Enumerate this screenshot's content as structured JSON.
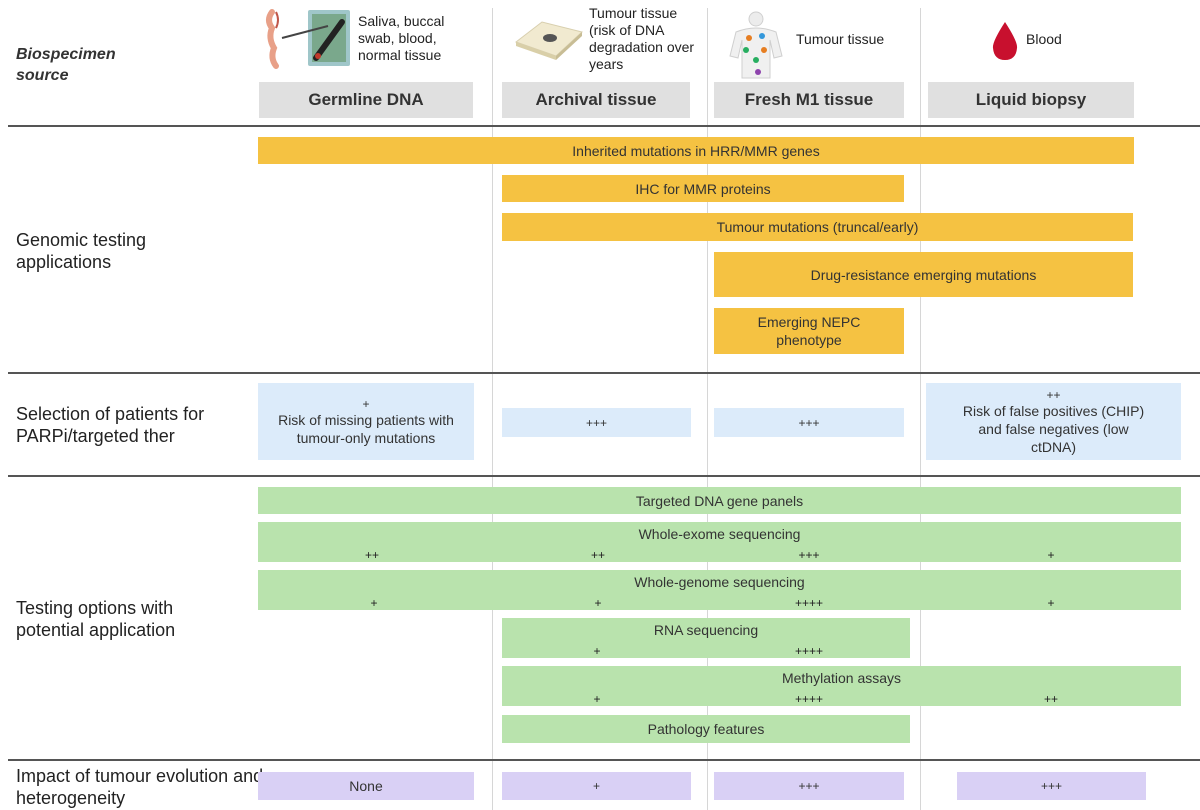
{
  "row_labels": {
    "source": "Biospecimen source",
    "genomic": "Genomic testing applications",
    "selection": "Selection of patients for PARPi/targeted ther",
    "testing": "Testing options with potential application",
    "impact": "Impact of tumour evolution and heterogeneity"
  },
  "sources": {
    "germline": {
      "desc": "Saliva, buccal swab, blood, normal tissue",
      "label": "Germline DNA"
    },
    "archival": {
      "desc": "Tumour tissue (risk of DNA degradation over years",
      "label": "Archival tissue"
    },
    "fresh": {
      "desc": "Tumour tissue",
      "label": "Fresh M1 tissue"
    },
    "liquid": {
      "desc": "Blood",
      "label": "Liquid biopsy"
    }
  },
  "genomic": {
    "inherited": "Inherited mutations in HRR/MMR genes",
    "ihc": "IHC for MMR proteins",
    "tumour_mut": "Tumour mutations (truncal/early)",
    "drug_res": "Drug-resistance emerging mutations",
    "nepc": "Emerging NEPC phenotype"
  },
  "selection": {
    "germline_score": "+",
    "germline_note": "Risk of missing patients with tumour-only mutations",
    "archival_score": "+++",
    "fresh_score": "+++",
    "liquid_score": "++",
    "liquid_note": "Risk of false positives (CHIP) and false negatives (low ctDNA)"
  },
  "testing": {
    "panels": "Targeted DNA gene panels",
    "wes": {
      "label": "Whole-exome sequencing",
      "germline": "++",
      "archival": "++",
      "fresh": "+++",
      "liquid": "+"
    },
    "wgs": {
      "label": "Whole-genome sequencing",
      "germline": "+",
      "archival": "+",
      "fresh": "++++",
      "liquid": "+"
    },
    "rna": {
      "label": "RNA sequencing",
      "archival": "+",
      "fresh": "++++"
    },
    "methyl": {
      "label": "Methylation assays",
      "archival": "+",
      "fresh": "++++",
      "liquid": "++"
    },
    "pathology": "Pathology features"
  },
  "impact": {
    "germline": "None",
    "archival": "+",
    "fresh": "+++",
    "liquid": "+++"
  },
  "colors": {
    "yellow": "#f5c242",
    "blue": "#dcebfa",
    "green": "#b9e3ad",
    "purple": "#d9d0f5",
    "header_grey": "#e0e0e0",
    "blood_red": "#c8102e"
  }
}
